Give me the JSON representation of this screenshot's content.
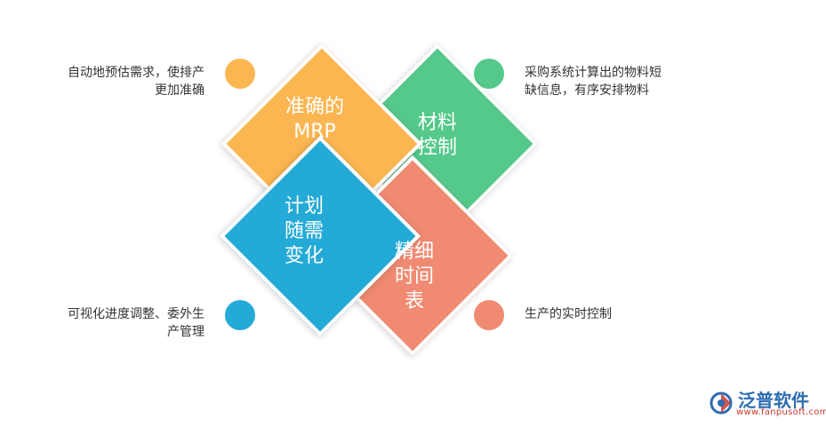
{
  "notes": {
    "top_left": [
      "自动地预估需求，使排产",
      "更加准确"
    ],
    "top_right": [
      "采购系统计算出的物料短",
      "缺信息，有序安排物料"
    ],
    "bottom_left": [
      "可视化进度调整、委外生",
      "产管理"
    ],
    "bottom_right": [
      "生产的实时控制"
    ]
  },
  "diamonds": {
    "mrp": "准确的\nMRP",
    "material": "材料\n控制",
    "plan": "计划\n随需\n变化",
    "timetable": "精细\n时间\n表"
  },
  "colors": {
    "orange": "#fbb652",
    "green": "#55c98b",
    "blue": "#24aad6",
    "salmon": "#f08a72"
  },
  "logo": {
    "name": "泛普软件",
    "url": "www.fanpusoft.com",
    "icon": "fanpu-logo-icon"
  }
}
